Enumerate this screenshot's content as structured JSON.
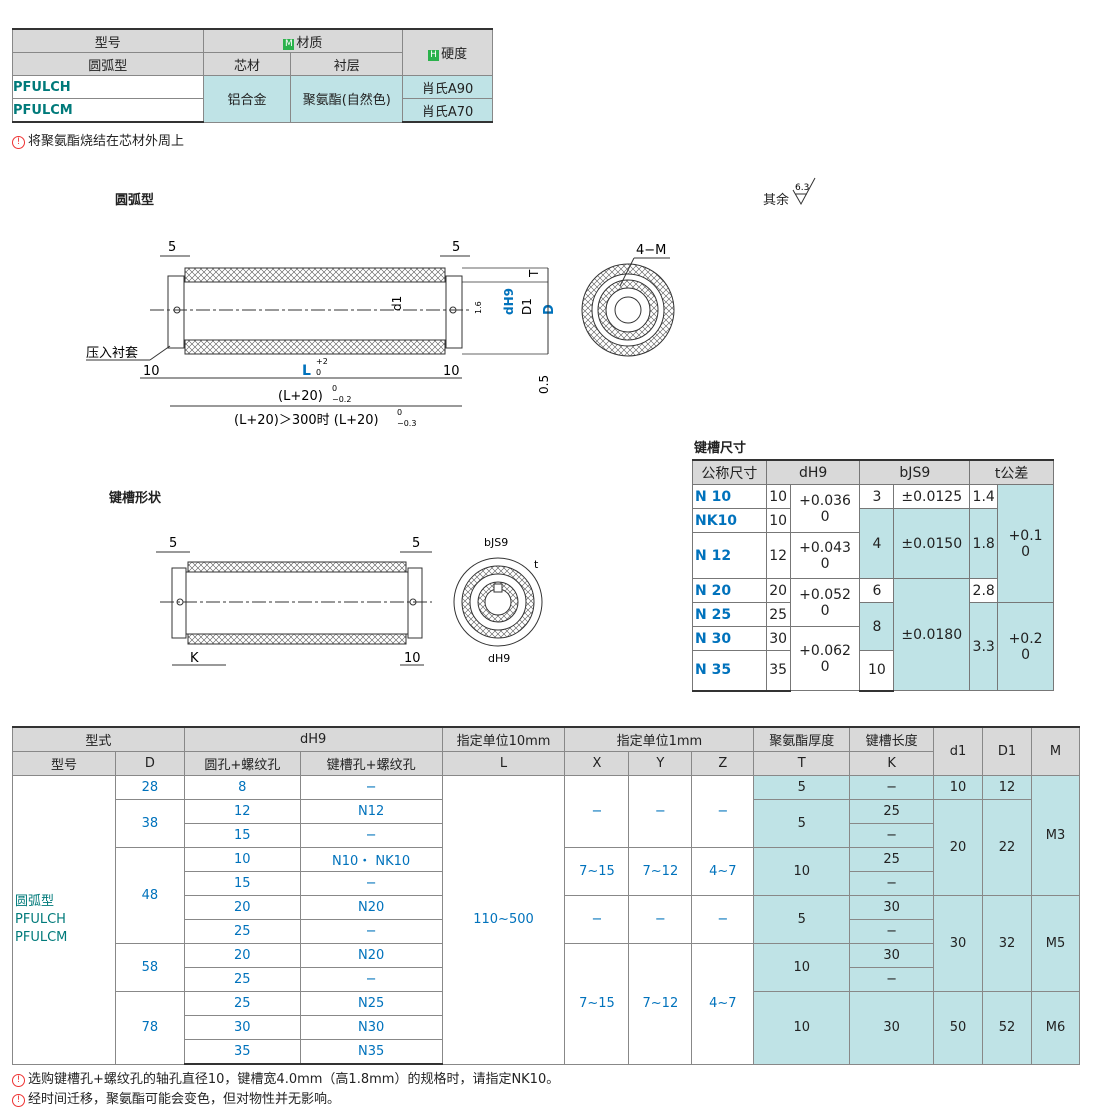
{
  "material_table": {
    "h_model": "型号",
    "h_type": "圆弧型",
    "h_material_badge": "M",
    "h_material": "材质",
    "h_core": "芯材",
    "h_lining": "衬层",
    "h_hardness_badge": "H",
    "h_hardness": "硬度",
    "model_1": "PFULCH",
    "model_2": "PFULCM",
    "core": "铝合金",
    "lining": "聚氨酯(自然色)",
    "hardness_1": "肖氏A90",
    "hardness_2": "肖氏A70"
  },
  "note_top": "将聚氨酯烧结在芯材外周上",
  "drawing": {
    "caption_arc": "圆弧型",
    "caption_key": "键槽形状",
    "surface_label": "其余",
    "surface_value": "6.3",
    "dim_5a": "5",
    "dim_5b": "5",
    "dim_4m": "4−M",
    "dim_T": "T",
    "dim_d1": "d1",
    "dim_dh9": "dH9",
    "dim_D1": "D1",
    "dim_D": "D",
    "dim_1_6": "1.6",
    "press_fit": "压入衬套",
    "dim_10a": "10",
    "dim_10b": "10",
    "dim_L": "L",
    "dim_L_tol_up": "+2",
    "dim_L_tol_dn": "0",
    "dim_L20": "(L+20)",
    "dim_L20_tol_up": "0",
    "dim_L20_tol_dn": "−0.2",
    "dim_L20_long": "(L+20)＞300时 (L+20)",
    "dim_L20_long_up": "0",
    "dim_L20_long_dn": "−0.3",
    "dim_05": "0.5",
    "key_5a": "5",
    "key_5b": "5",
    "key_K": "K",
    "key_10": "10",
    "key_bjs9": "bJS9",
    "key_t": "t",
    "key_dh9": "dH9"
  },
  "key_table": {
    "title": "键槽尺寸",
    "h_nominal": "公称尺寸",
    "h_dh9": "dH9",
    "h_bjs9": "bJS9",
    "h_t": "t公差",
    "rows": [
      {
        "n": "N 10",
        "d": "10",
        "dtol": "+0.036",
        "dtol2": "0",
        "b": "3",
        "btol": "±0.0125",
        "t": "1.4",
        "ttol": "+0.1",
        "ttol2": "0"
      },
      {
        "n": "NK10",
        "d": "10"
      },
      {
        "n": "N 12",
        "d": "12",
        "dtol": "+0.043",
        "dtol2": "0",
        "b": "4",
        "btol": "±0.0150",
        "t": "1.8"
      },
      {
        "n": "N 20",
        "d": "20",
        "dtol": "+0.052",
        "dtol2": "0",
        "b": "6",
        "t": "2.8"
      },
      {
        "n": "N 25",
        "d": "25",
        "b": "8",
        "btol": "±0.0180",
        "t": "3.3",
        "ttol": "+0.2",
        "ttol2": "0"
      },
      {
        "n": "N 30",
        "d": "30"
      },
      {
        "n": "N 35",
        "d": "35",
        "dtol": "+0.062",
        "dtol2": "0",
        "b": "10"
      }
    ]
  },
  "main_table": {
    "h_form": "型式",
    "h_dh9": "dH9",
    "h_L_unit": "指定单位10mm",
    "h_xyz_unit": "指定单位1mm",
    "h_T": "聚氨酯厚度",
    "h_K": "键槽长度",
    "h_d1": "d1",
    "h_D1": "D1",
    "h_M": "M",
    "h_model": "型号",
    "h_D": "D",
    "h_round": "圆孔+螺纹孔",
    "h_keyway": "键槽孔+螺纹孔",
    "h_L": "L",
    "h_X": "X",
    "h_Y": "Y",
    "h_Z": "Z",
    "h_Tcol": "T",
    "h_Kcol": "K",
    "model_type": "圆弧型",
    "model_1": "PFULCH",
    "model_2": "PFULCM",
    "L_range": "110~500",
    "D": [
      "28",
      "38",
      "48",
      "58",
      "78"
    ],
    "d": [
      "8",
      "12",
      "15",
      "10",
      "15",
      "20",
      "25",
      "20",
      "25",
      "25",
      "30",
      "35"
    ],
    "key": [
      "−",
      "N12",
      "−",
      "N10・ NK10",
      "−",
      "N20",
      "−",
      "N20",
      "−",
      "N25",
      "N30",
      "N35"
    ],
    "dash": "−",
    "x_range": "7~15",
    "y_range": "7~12",
    "z_range": "4~7",
    "T": [
      "5",
      "5",
      "10",
      "5",
      "10",
      "10"
    ],
    "K": [
      "−",
      "25",
      "−",
      "25",
      "−",
      "30",
      "−",
      "30",
      "−",
      "30"
    ],
    "d1": [
      "10",
      "20",
      "30",
      "50"
    ],
    "D1": [
      "12",
      "22",
      "32",
      "52"
    ],
    "M": [
      "M3",
      "M5",
      "M6"
    ]
  },
  "notes_bottom": [
    "选购键槽孔+螺纹孔的轴孔直径10，键槽宽4.0mm（高1.8mm）的规格时，请指定NK10。",
    "经时间迁移，聚氨酯可能会变色，但对物性并无影响。"
  ]
}
